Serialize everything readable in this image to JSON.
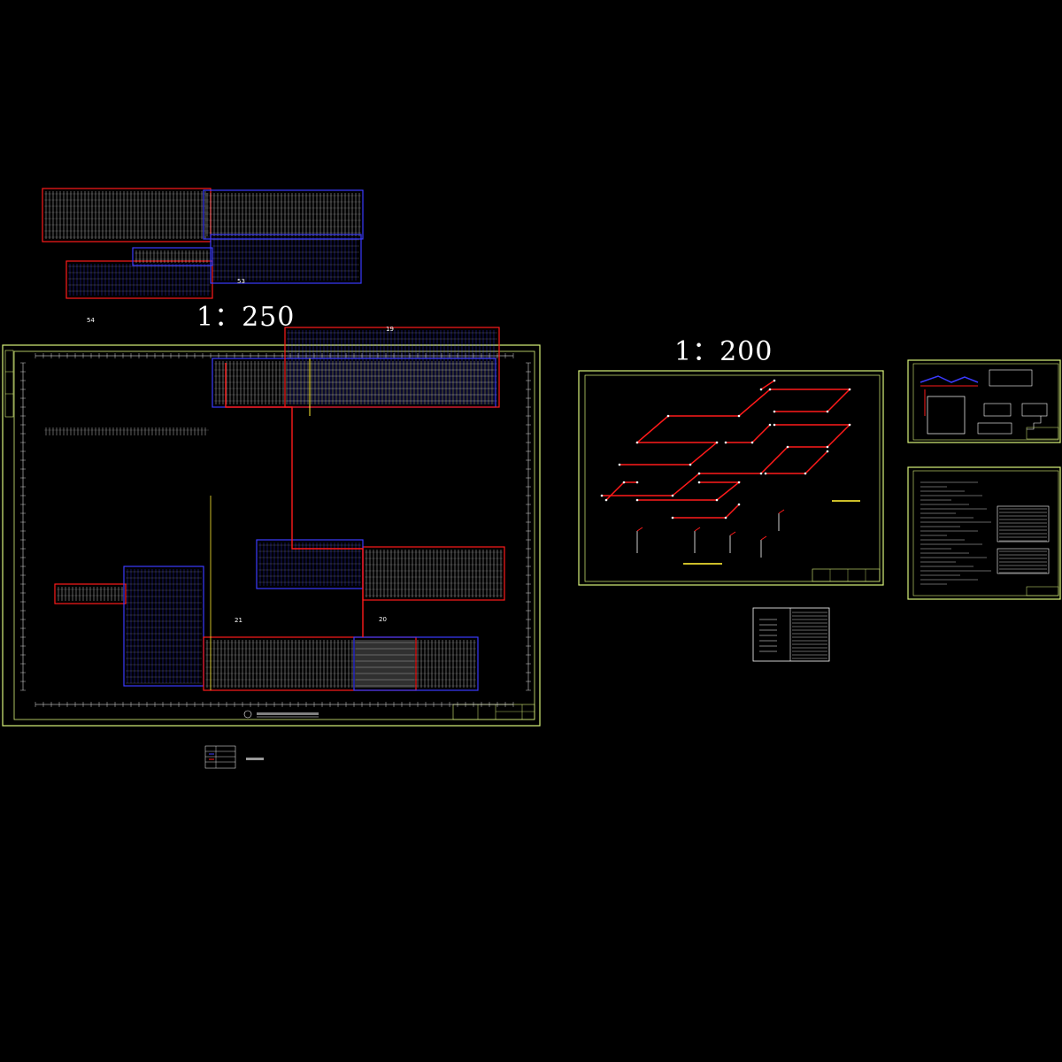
{
  "labels": {
    "scale_left": "1：250",
    "scale_middle": "1：200",
    "zone_numbers": [
      "53",
      "54",
      "19",
      "21",
      "20"
    ]
  },
  "colors": {
    "background": "#000000",
    "frame": "#d9f27a",
    "pipe_red": "#ff1a1a",
    "pipe_blue": "#3b3bff",
    "grid_white": "#ffffff",
    "accent_yellow": "#ffee33"
  }
}
